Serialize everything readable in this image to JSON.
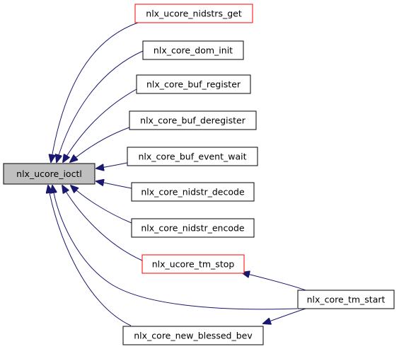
{
  "graph": {
    "colors": {
      "edge": "#191970",
      "node_border_default": "#000000",
      "node_border_highlight": "#ff0000",
      "root_fill": "#bfbfbf",
      "node_fill": "#ffffff"
    },
    "nodes": [
      {
        "id": "root",
        "label": "nlx_ucore_ioctl",
        "style": "root"
      },
      {
        "id": "n1",
        "label": "nlx_ucore_nidstrs_get",
        "style": "highlight"
      },
      {
        "id": "n2",
        "label": "nlx_core_dom_init",
        "style": "default"
      },
      {
        "id": "n3",
        "label": "nlx_core_buf_register",
        "style": "default"
      },
      {
        "id": "n4",
        "label": "nlx_core_buf_deregister",
        "style": "default"
      },
      {
        "id": "n5",
        "label": "nlx_core_buf_event_wait",
        "style": "default"
      },
      {
        "id": "n6",
        "label": "nlx_core_nidstr_decode",
        "style": "default"
      },
      {
        "id": "n7",
        "label": "nlx_core_nidstr_encode",
        "style": "default"
      },
      {
        "id": "n8",
        "label": "nlx_ucore_tm_stop",
        "style": "highlight"
      },
      {
        "id": "n9",
        "label": "nlx_core_tm_start",
        "style": "default"
      },
      {
        "id": "n10",
        "label": "nlx_core_new_blessed_bev",
        "style": "default"
      }
    ],
    "edges": [
      {
        "from": "n1",
        "to": "root"
      },
      {
        "from": "n2",
        "to": "root"
      },
      {
        "from": "n3",
        "to": "root"
      },
      {
        "from": "n4",
        "to": "root"
      },
      {
        "from": "n5",
        "to": "root"
      },
      {
        "from": "n6",
        "to": "root"
      },
      {
        "from": "n7",
        "to": "root"
      },
      {
        "from": "n8",
        "to": "root"
      },
      {
        "from": "n9",
        "to": "root"
      },
      {
        "from": "n10",
        "to": "root"
      },
      {
        "from": "n9",
        "to": "n8"
      },
      {
        "from": "n9",
        "to": "n10"
      }
    ]
  }
}
